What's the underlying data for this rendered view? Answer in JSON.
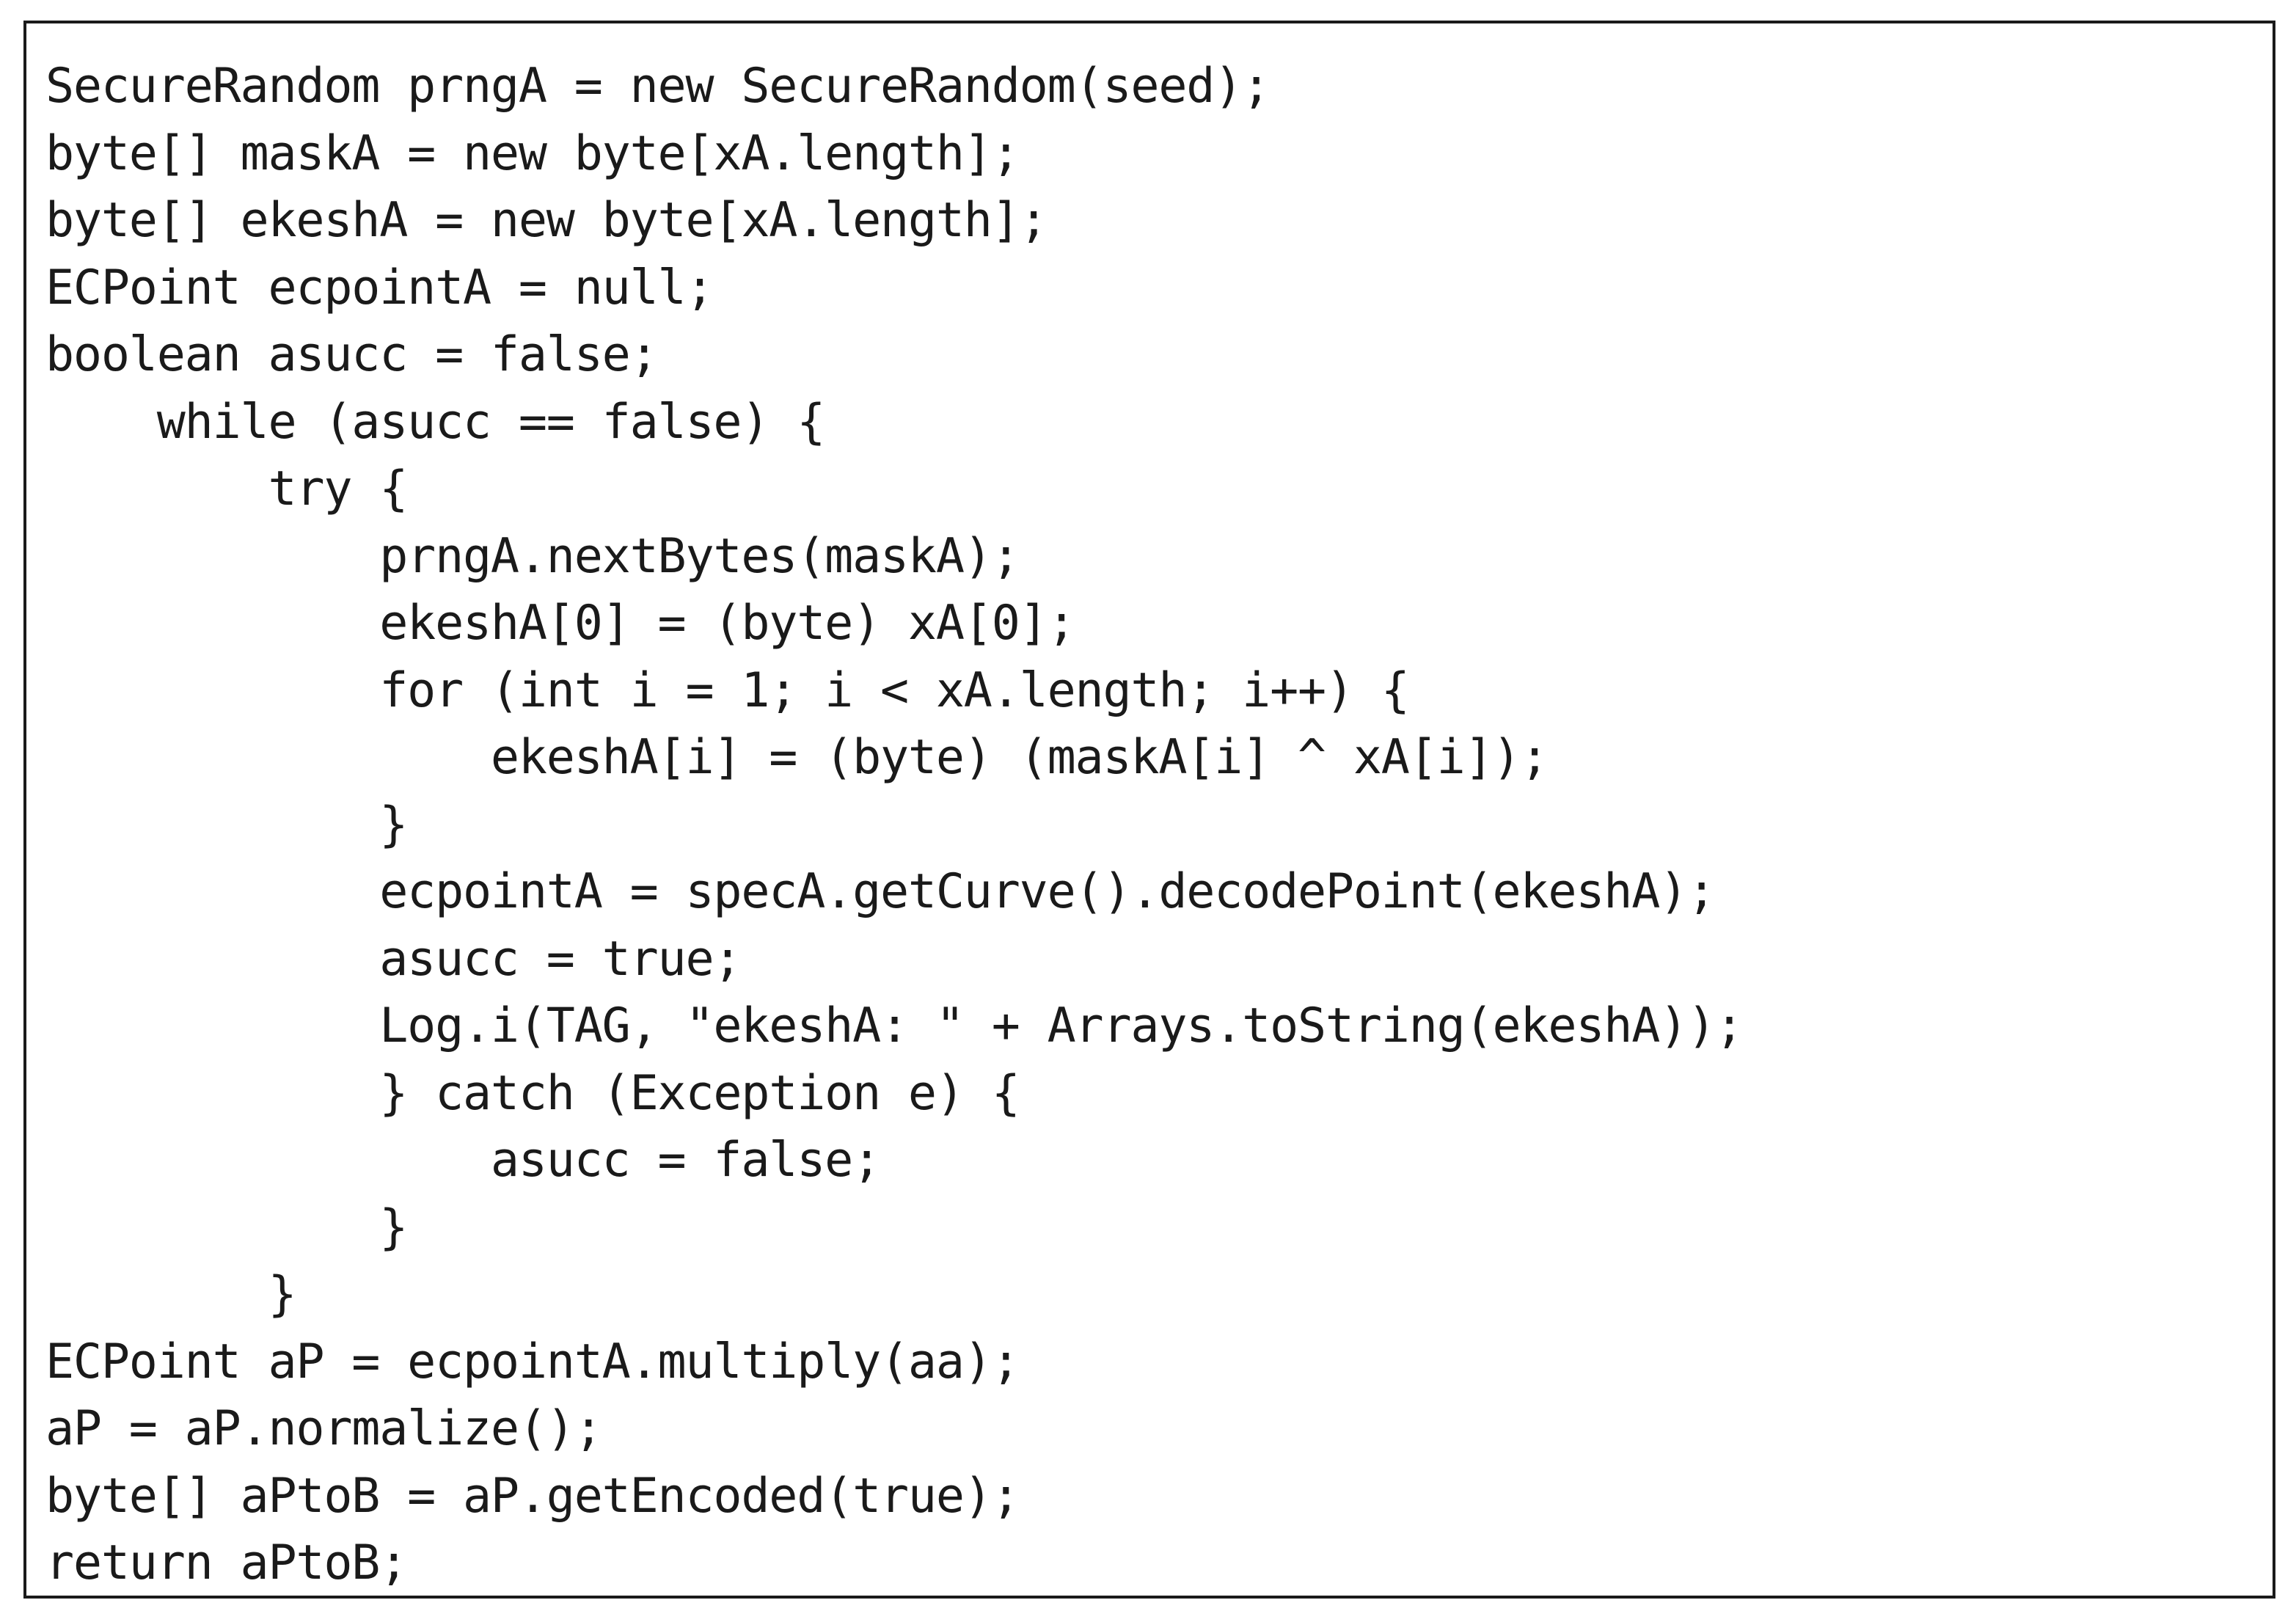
{
  "code": {
    "lines": [
      "SecureRandom prngA = new SecureRandom(seed);",
      "byte[] maskA = new byte[xA.length];",
      "byte[] ekeshA = new byte[xA.length];",
      "ECPoint ecpointA = null;",
      "boolean asucc = false;",
      "    while (asucc == false) {",
      "        try {",
      "            prngA.nextBytes(maskA);",
      "            ekeshA[0] = (byte) xA[0];",
      "            for (int i = 1; i < xA.length; i++) {",
      "                ekeshA[i] = (byte) (maskA[i] ^ xA[i]);",
      "            }",
      "            ecpointA = specA.getCurve().decodePoint(ekeshA);",
      "            asucc = true;",
      "            Log.i(TAG, \"ekeshA: \" + Arrays.toString(ekeshA));",
      "            } catch (Exception e) {",
      "                asucc = false;",
      "            }",
      "        }",
      "ECPoint aP = ecpointA.multiply(aa);",
      "aP = aP.normalize();",
      "byte[] aPtoB = aP.getEncoded(true);",
      "return aPtoB;"
    ]
  }
}
